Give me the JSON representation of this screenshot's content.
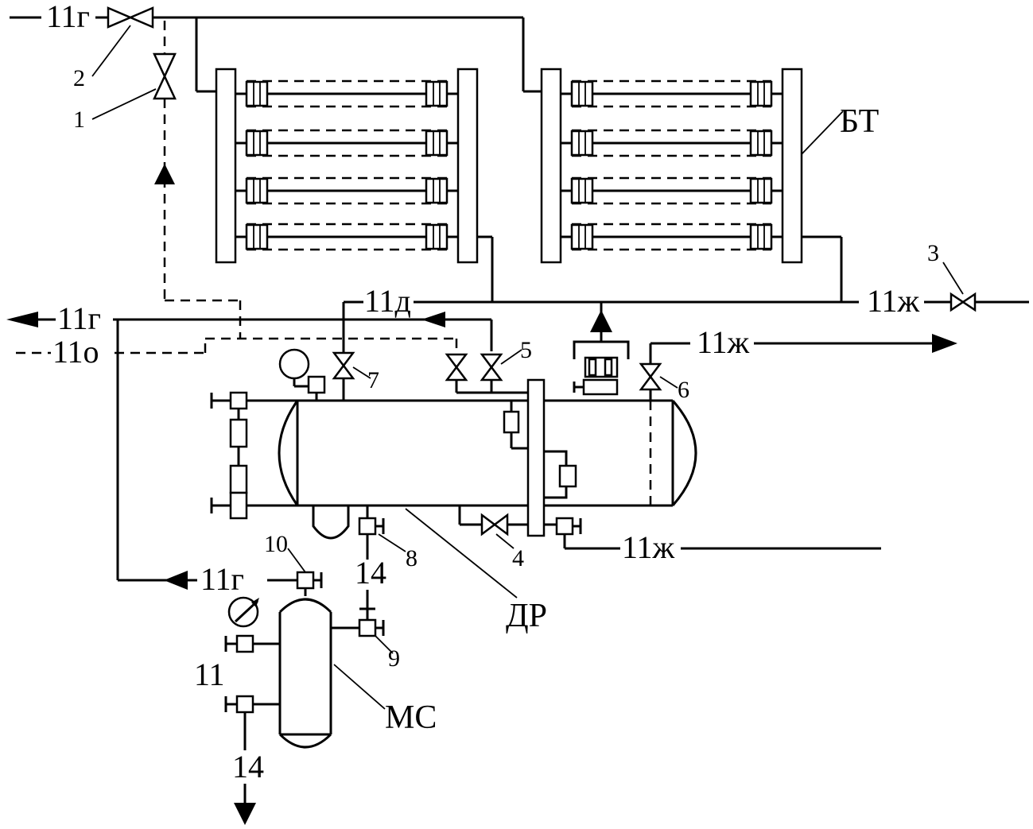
{
  "streams": {
    "gas_in": "11г",
    "gas_out": "11г",
    "gas_ms": "11г",
    "oil": "11о",
    "d_line": "11д",
    "liquid_in": "11ж",
    "liquid_out": "11ж",
    "liquid_bottom": "11ж",
    "ms_inlet": "11",
    "drain_1": "14",
    "drain_2": "14"
  },
  "equipment": {
    "bt": "БТ",
    "dr": "ДР",
    "ms": "МС"
  },
  "callouts": [
    "1",
    "2",
    "3",
    "4",
    "5",
    "6",
    "7",
    "8",
    "9",
    "10"
  ]
}
